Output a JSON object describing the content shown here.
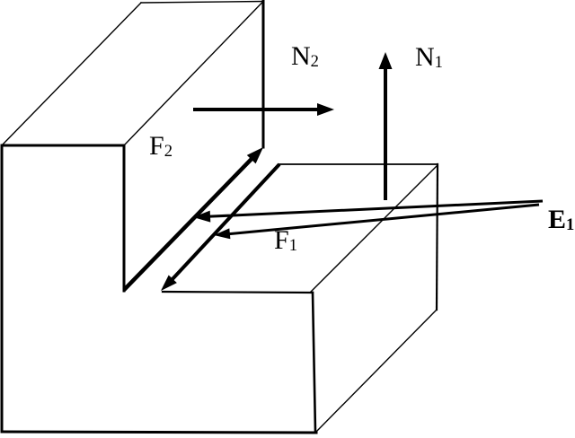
{
  "figure": {
    "type": "free-body contact diagram of two blocks",
    "background_color": "#ffffff",
    "ink_color": "#000000",
    "labels": {
      "F2": {
        "base": "F",
        "sub": "2"
      },
      "N2": {
        "base": "N",
        "sub": "2"
      },
      "N1": {
        "base": "N",
        "sub": "1"
      },
      "F1": {
        "base": "F",
        "sub": "1"
      },
      "E1": {
        "base": "E",
        "sub": "1"
      }
    },
    "blocks": [
      {
        "name": "upper-left-block"
      },
      {
        "name": "lower-right-block"
      }
    ],
    "arrows": [
      {
        "name": "arrow-N2",
        "direction": "right",
        "attached_label": "N2"
      },
      {
        "name": "arrow-N1",
        "direction": "up",
        "attached_label": "N1"
      },
      {
        "name": "arrow-F2",
        "direction": "up-right along contact edge",
        "attached_label": "F2"
      },
      {
        "name": "arrow-F1",
        "direction": "down-left along contact edge",
        "attached_label": "F1"
      },
      {
        "name": "leader-E1-upper",
        "direction": "left to upper contact edge",
        "attached_label": "E1"
      },
      {
        "name": "leader-E1-lower",
        "direction": "left to lower contact edge",
        "attached_label": "E1"
      }
    ]
  }
}
